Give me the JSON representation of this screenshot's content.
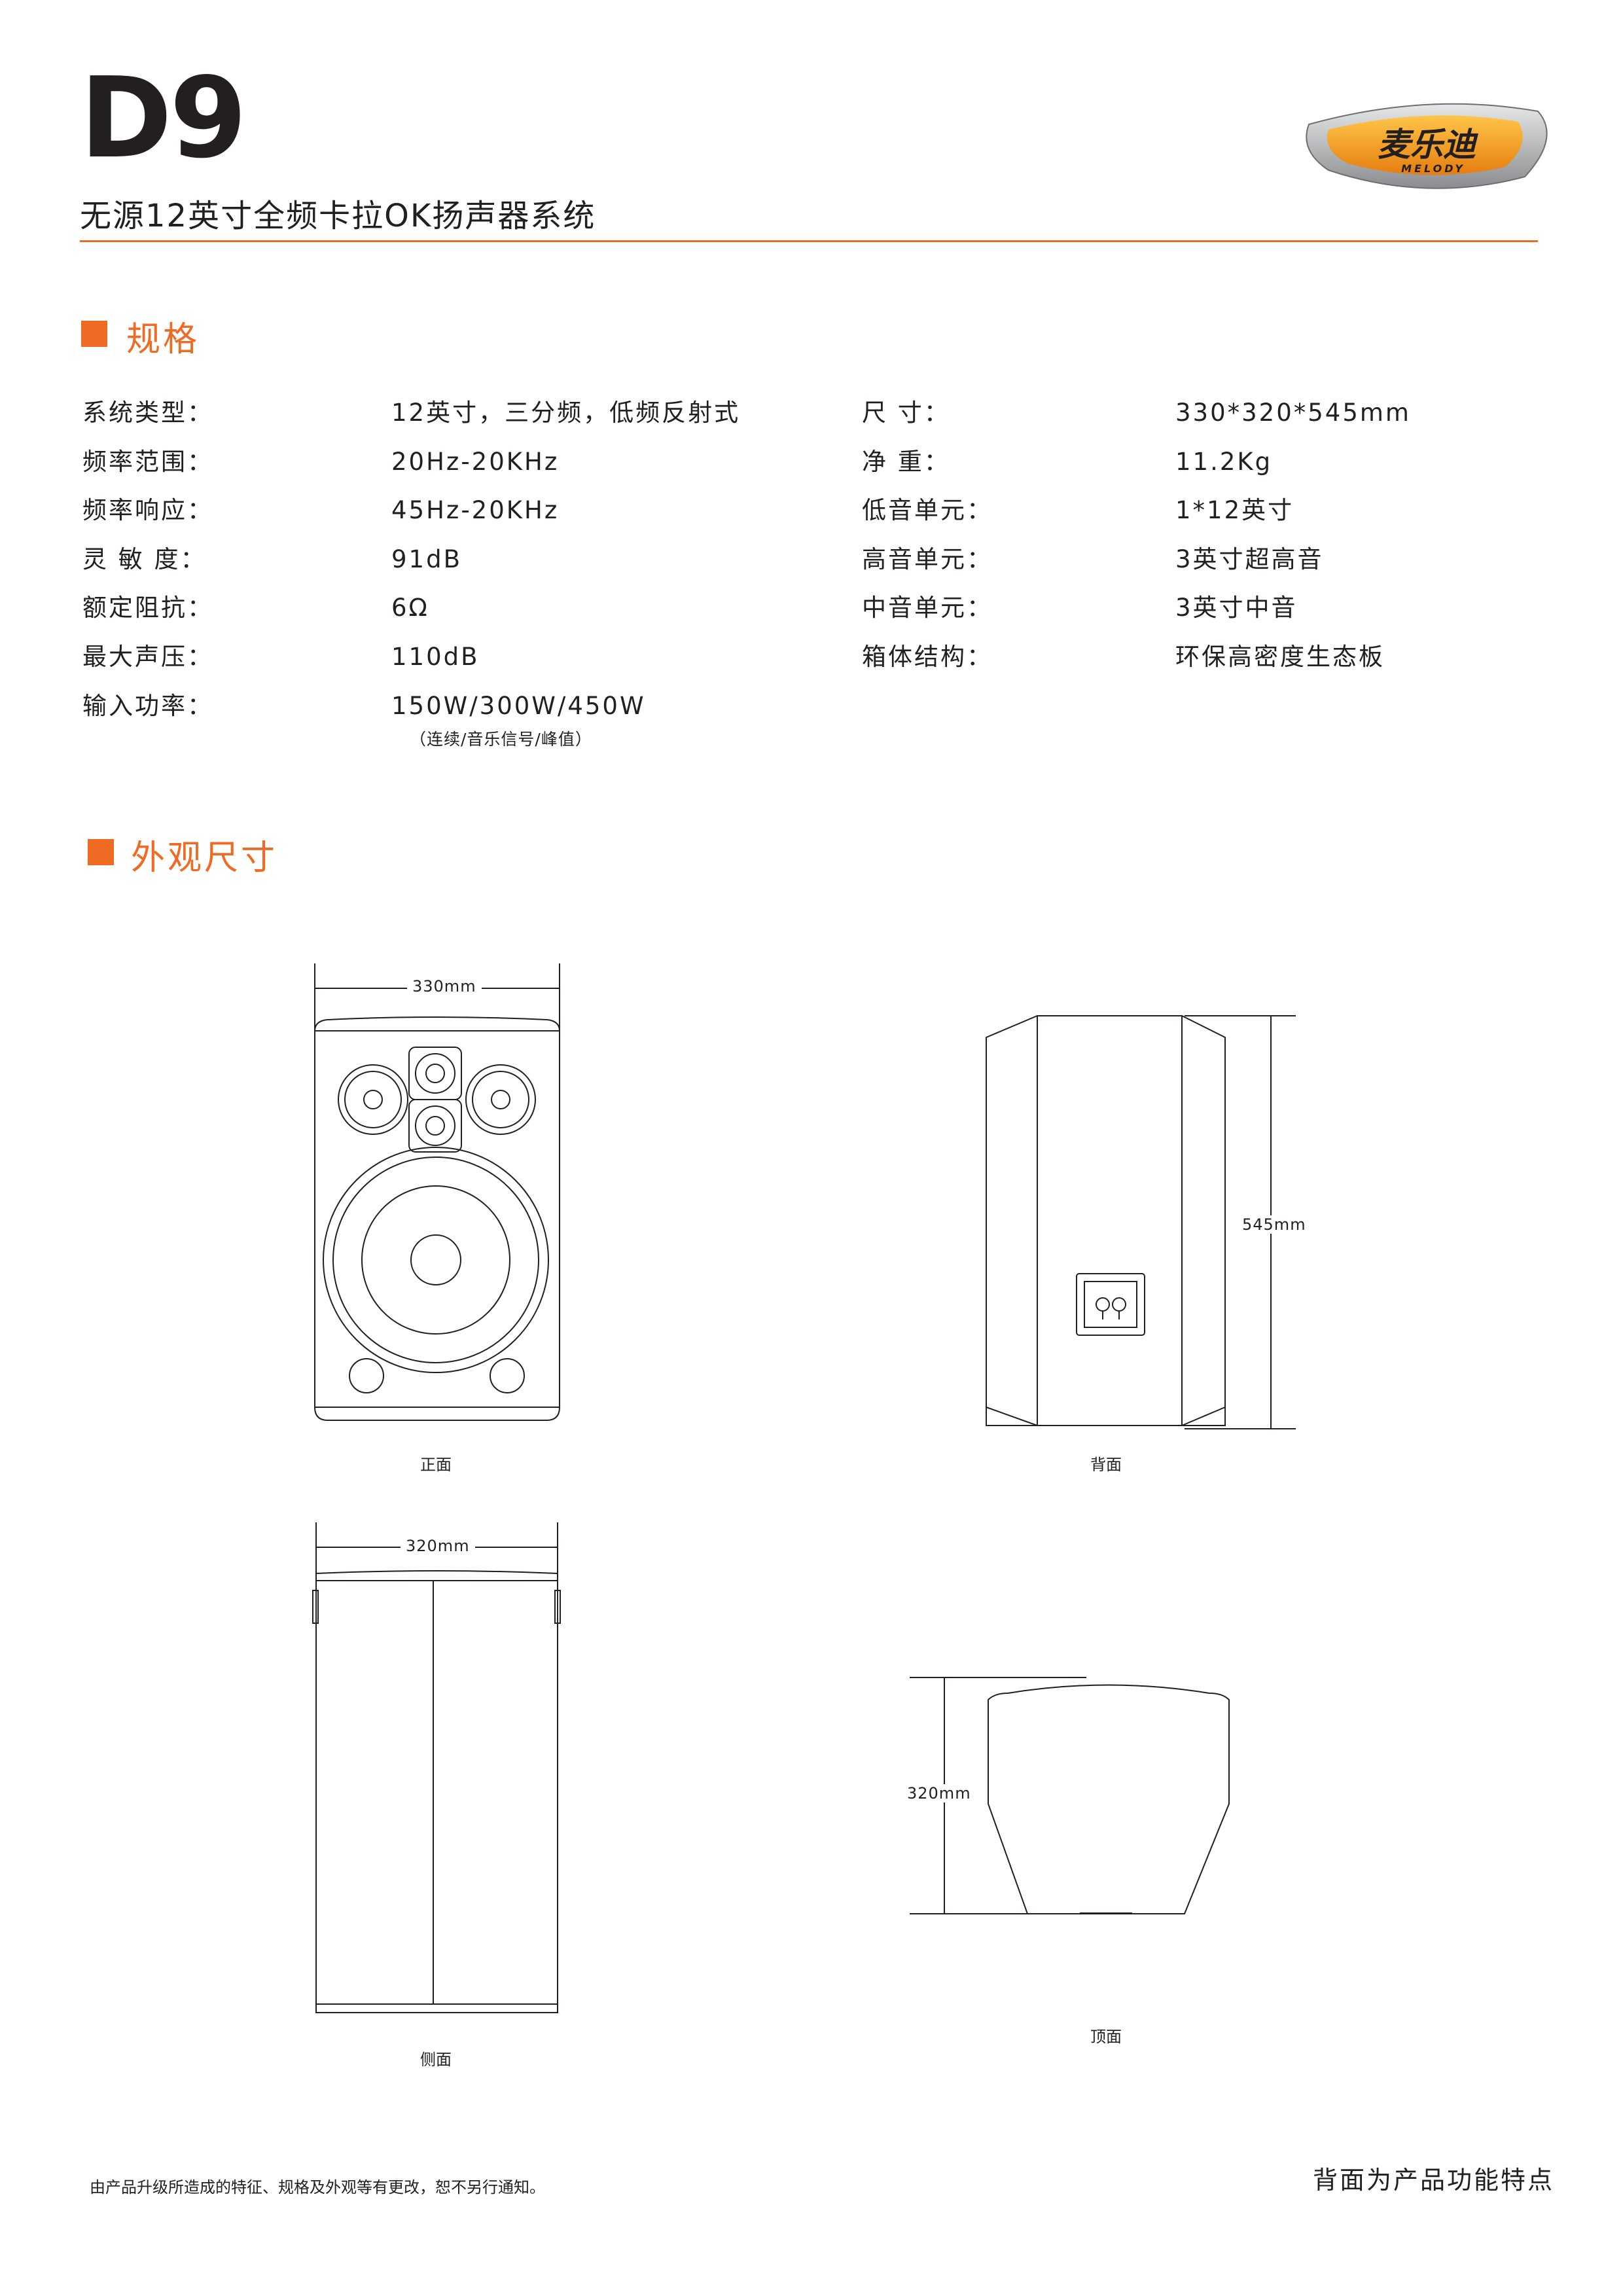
{
  "header": {
    "model": "D9",
    "subtitle": "无源12英寸全频卡拉OK扬声器系统",
    "logo_text": "麦乐迪",
    "logo_sub": "MELODY"
  },
  "sections": {
    "specs_title": "规格",
    "dimensions_title": "外观尺寸"
  },
  "specs_left": [
    {
      "label": "系统类型：",
      "value": "12英寸，三分频，低频反射式"
    },
    {
      "label": "频率范围：",
      "value": "20Hz-20KHz"
    },
    {
      "label": "频率响应：",
      "value": "45Hz-20KHz"
    },
    {
      "label": "灵 敏 度：",
      "value": "91dB"
    },
    {
      "label": "额定阻抗：",
      "value": "6Ω"
    },
    {
      "label": "最大声压：",
      "value": "110dB"
    },
    {
      "label": "输入功率：",
      "value": "150W/300W/450W",
      "note": "（连续/音乐信号/峰值）"
    }
  ],
  "specs_right": [
    {
      "label": "尺        寸：",
      "value": "330*320*545mm"
    },
    {
      "label": "净        重：",
      "value": "11.2Kg"
    },
    {
      "label": "低音单元：",
      "value": "1*12英寸"
    },
    {
      "label": "高音单元：",
      "value": "3英寸超高音"
    },
    {
      "label": "中音单元：",
      "value": "3英寸中音"
    },
    {
      "label": "箱体结构：",
      "value": "环保高密度生态板"
    }
  ],
  "views": {
    "front": {
      "label": "正面",
      "width_dim": "330mm"
    },
    "back": {
      "label": "背面",
      "height_dim": "545mm"
    },
    "side": {
      "label": "侧面",
      "width_dim": "320mm"
    },
    "top": {
      "label": "顶面",
      "depth_dim": "320mm"
    }
  },
  "footer": {
    "disclaimer": "由产品升级所造成的特征、规格及外观等有更改，恕不另行通知。",
    "note": "背面为产品功能特点"
  },
  "colors": {
    "accent": "#ef6a22",
    "text": "#231f20",
    "line": "#231f20",
    "logo_orange": "#f39a1f",
    "logo_silver": "#a7a9ac"
  }
}
